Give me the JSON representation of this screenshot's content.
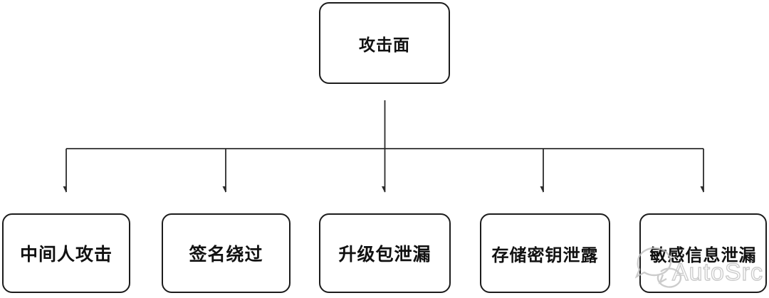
{
  "diagram": {
    "title_node": "攻击面",
    "root": {
      "label": "攻击面"
    },
    "children": [
      {
        "label": "中间人攻击"
      },
      {
        "label": "签名绕过"
      },
      {
        "label": "升级包泄漏"
      },
      {
        "label": "存储密钥泄露"
      },
      {
        "label": "敏感信息泄漏"
      }
    ]
  },
  "watermark": {
    "text": "AutoSrc",
    "icon": "chat-bubbles-icon"
  },
  "colors": {
    "background": "#ffffff",
    "node_fill": "#ffffff",
    "node_border": "#1c1c1c",
    "connector": "#2b2b2b",
    "text": "#111111",
    "watermark": "#c0c0c0"
  }
}
